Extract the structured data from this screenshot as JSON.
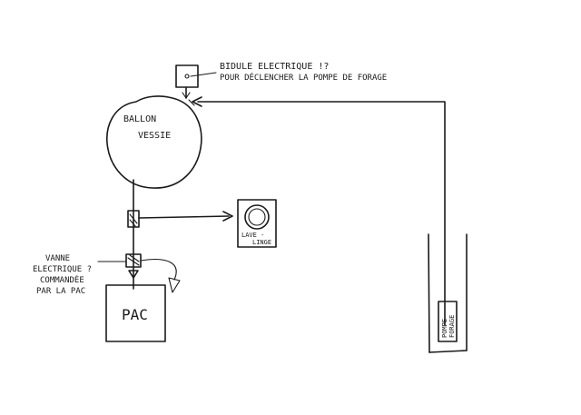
{
  "labels": {
    "bidule_line1": "BIDULE ELECTRIQUE !?",
    "bidule_line2": "POUR DÉCLENCHER LA POMPE DE FORAGE",
    "ballon_line1": "BALLON",
    "ballon_line2": "VESSIE",
    "lave_line1": "LAVE -",
    "lave_line2": "LINGE",
    "vanne_line1": "VANNE",
    "vanne_line2": "ELECTRIQUE ?",
    "vanne_line3": "COMMANDÉE",
    "vanne_line4": "PAR LA PAC",
    "pac": "PAC",
    "pompe_line1": "POMPE",
    "pompe_line2": "FORAGE"
  },
  "colors": {
    "ink": "#1a1a1a",
    "paper": "#ffffff"
  }
}
